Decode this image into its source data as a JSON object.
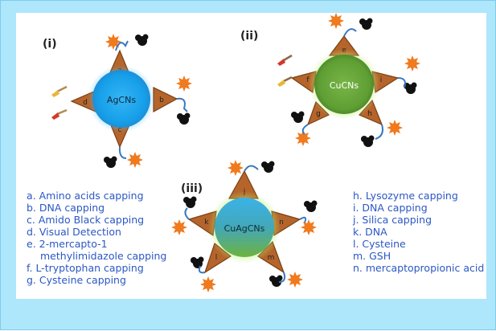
{
  "panels": [
    {
      "label": "(i)",
      "core_label": "AgCNs",
      "arm_letters": [
        "a",
        "b",
        "c",
        "d"
      ]
    },
    {
      "label": "(ii)",
      "core_label": "CuCNs",
      "arm_letters": [
        "e",
        "i",
        "h",
        "g",
        "f"
      ]
    },
    {
      "label": "(iii)",
      "core_label": "CuAgCNs",
      "arm_letters": [
        "j",
        "n",
        "m",
        "l",
        "k"
      ]
    }
  ],
  "legend_left": [
    "a.  Amino acids capping",
    "b.  DNA capping",
    "c.  Amido Black capping",
    "d.  Visual Detection",
    "e.  2-mercapto-1",
    "methylimidazole capping",
    "f.  L-tryptophan capping",
    "g.  Cysteine capping"
  ],
  "legend_right": [
    "h.  Lysozyme capping",
    "i.  DNA capping",
    "j.  Silica capping",
    "k.  DNA",
    "l.  Cysteine",
    "m.  GSH",
    "n.  mercaptopropionic acid"
  ],
  "colors": {
    "background": "#aee6fb",
    "panel": "#ffffff",
    "arm_fill": "#b5652b",
    "arm_stroke": "#7a3f12",
    "ag_core": "#19a6ef",
    "cu_core": "#6aaa38",
    "legend_text": "#2b57c4",
    "burst": "#f07a1e",
    "blob": "#111111",
    "arrow": "#3a78c0"
  },
  "icons": [
    "burst-icon",
    "black-blob-icon",
    "curved-arrow-icon",
    "paintbrush-icon"
  ]
}
